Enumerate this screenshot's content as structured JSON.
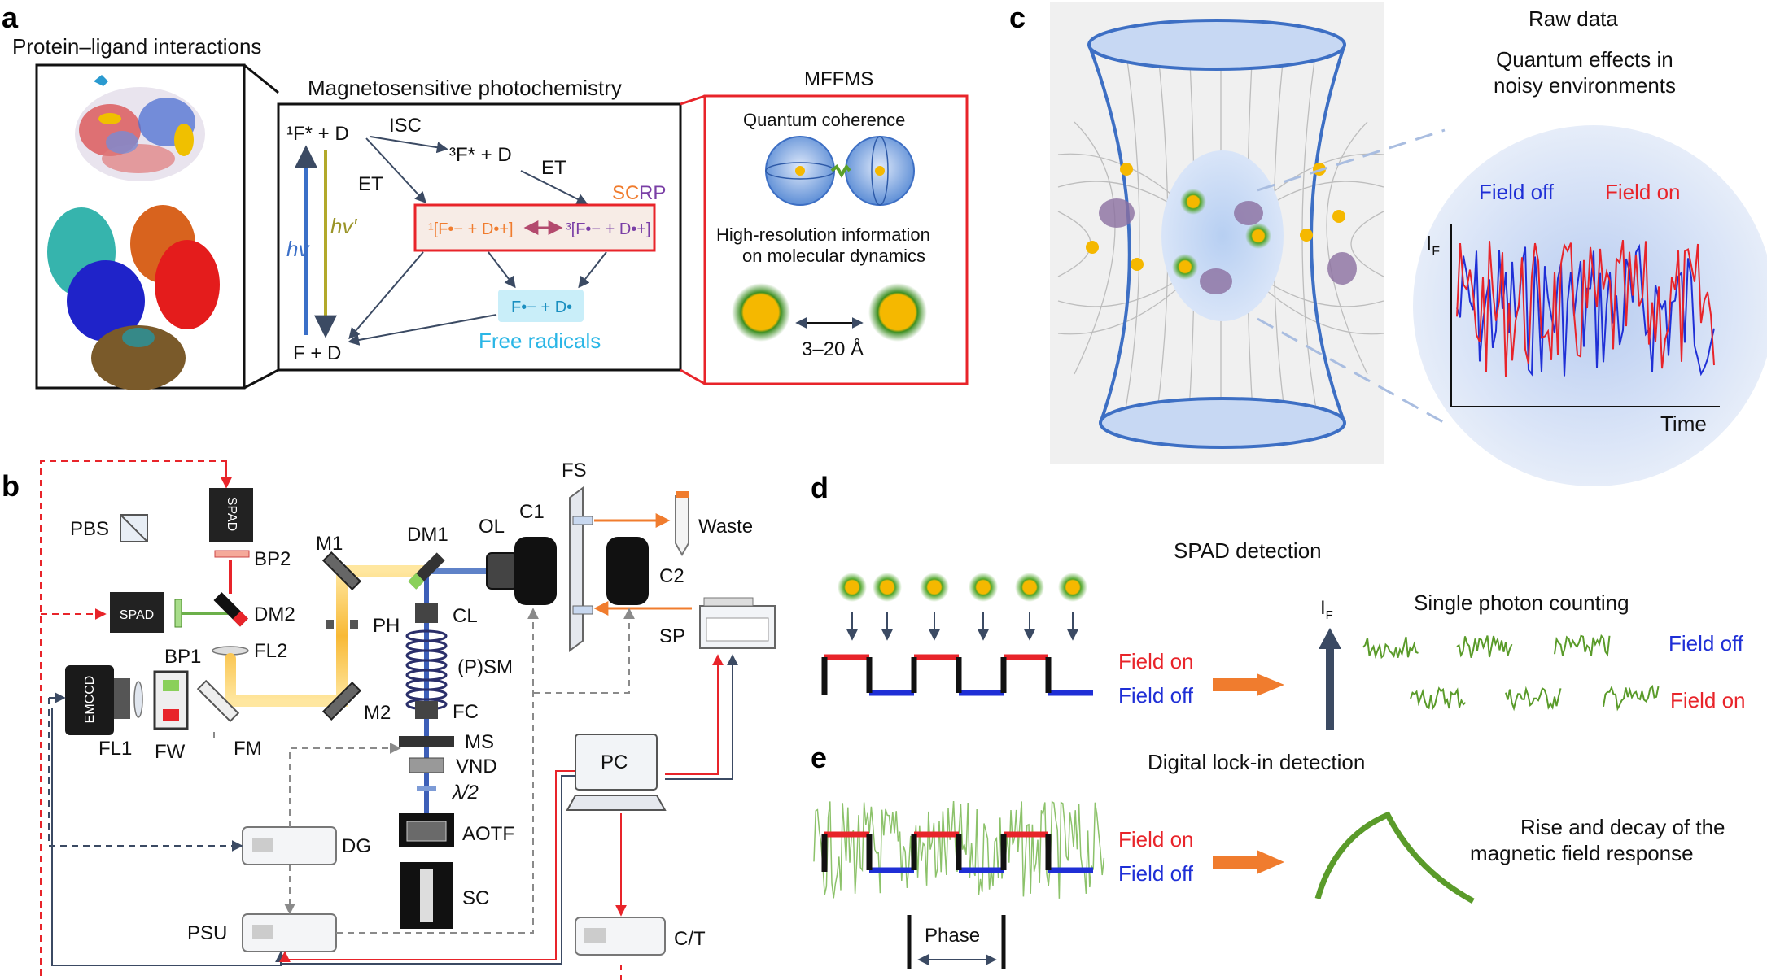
{
  "panel_labels": {
    "a": "a",
    "b": "b",
    "c": "c",
    "d": "d",
    "e": "e"
  },
  "panel_a": {
    "protein_title": "Protein–ligand interactions",
    "photochem_title": "Magnetosensitive photochemistry",
    "species": {
      "singlet_excited": "¹F* + D",
      "triplet_excited": "³F* + D",
      "ground": "F + D",
      "scrp_singlet": "¹[F•− + D•+]",
      "scrp_triplet": "³[F•− + D•+]",
      "free_radicals_species": "F•− + D•"
    },
    "labels": {
      "isc": "ISC",
      "et1": "ET",
      "et2": "ET",
      "hv": "hv",
      "hv_prime": "hv′",
      "scrp_sc": "SC",
      "scrp_rp": "RP",
      "free_radicals": "Free radicals"
    },
    "mffms_title": "MFFMS",
    "mffms_coherence": "Quantum coherence",
    "mffms_info_line1": "High-resolution information",
    "mffms_info_line2": "on molecular dynamics",
    "mffms_distance": "3–20 Å"
  },
  "panel_b": {
    "components": {
      "pbs": "PBS",
      "spad_top": "SPAD",
      "spad_left": "SPAD",
      "bp2": "BP2",
      "bp1": "BP1",
      "dm2": "DM2",
      "fl2": "FL2",
      "m1": "M1",
      "dm1": "DM1",
      "ol": "OL",
      "c1": "C1",
      "fs": "FS",
      "waste": "Waste",
      "c2": "C2",
      "sp": "SP",
      "ph": "PH",
      "cl": "CL",
      "psm": "(P)SM",
      "m2": "M2",
      "fc": "FC",
      "ms": "MS",
      "vnd": "VND",
      "half_wave": "λ/2",
      "aotf": "AOTF",
      "sc": "SC",
      "emccd": "EMCCD",
      "fl1": "FL1",
      "fw": "FW",
      "fm": "FM",
      "pc": "PC",
      "dg": "DG",
      "psu": "PSU",
      "ct": "C/T"
    }
  },
  "panel_c": {
    "raw_data": "Raw data",
    "quantum_line1": "Quantum effects in",
    "quantum_line2": "noisy environments",
    "field_off": "Field off",
    "field_on": "Field on",
    "y_axis": "I",
    "y_axis_sub": "F",
    "x_axis": "Time"
  },
  "panel_d": {
    "title": "SPAD detection",
    "field_on": "Field on",
    "field_off": "Field off",
    "if_label": "I",
    "if_sub": "F",
    "single_photon": "Single photon counting",
    "right_field_off": "Field off",
    "right_field_on": "Field on"
  },
  "panel_e": {
    "title": "Digital lock-in detection",
    "field_on": "Field on",
    "field_off": "Field off",
    "phase": "Phase",
    "rise_line1": "Rise and decay of the",
    "rise_line2": "magnetic field response"
  },
  "colors": {
    "red": "#e8242a",
    "blue": "#1f2fd6",
    "orange": "#f07c2e",
    "purple": "#7a3fa6",
    "cyan": "#2ab6e6",
    "green": "#5a9b2a",
    "yellow": "#f5b800",
    "frame_blue": "#3d6fc4"
  }
}
